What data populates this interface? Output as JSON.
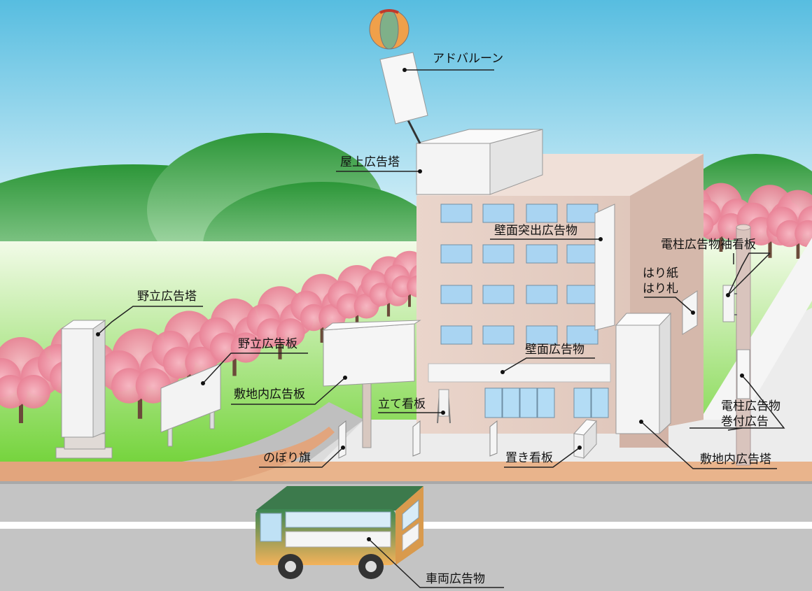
{
  "labels": {
    "ad_balloon": "アドバルーン",
    "rooftop_tower": "屋上広告塔",
    "wall_projecting": "壁面突出広告物",
    "pole_sleeve": "電柱広告物袖看板",
    "posters": "はり紙\nはり札",
    "field_tower": "野立広告塔",
    "field_board": "野立広告板",
    "premises_board": "敷地内広告板",
    "wall_ad": "壁面広告物",
    "standing_sign": "立て看板",
    "pole_wrap": "電柱広告物\n巻付広告",
    "banner_flag": "のぼり旗",
    "placed_sign": "置き看板",
    "premises_tower": "敷地内広告塔",
    "vehicle_ad": "車両広告物"
  },
  "colors": {
    "sky_top": "#5cbfe0",
    "sky_bottom": "#e3f5fb",
    "hill": "#2f9a3a",
    "grass": "#7fd84a",
    "road": "#c6c6c6",
    "building": "#e6cfc4",
    "sign": "#f2f2f2",
    "window": "#a9d4f2",
    "blossom": "#f2a1b0",
    "bus_top": "#3f8a55",
    "bus_bottom": "#f2b35e"
  }
}
